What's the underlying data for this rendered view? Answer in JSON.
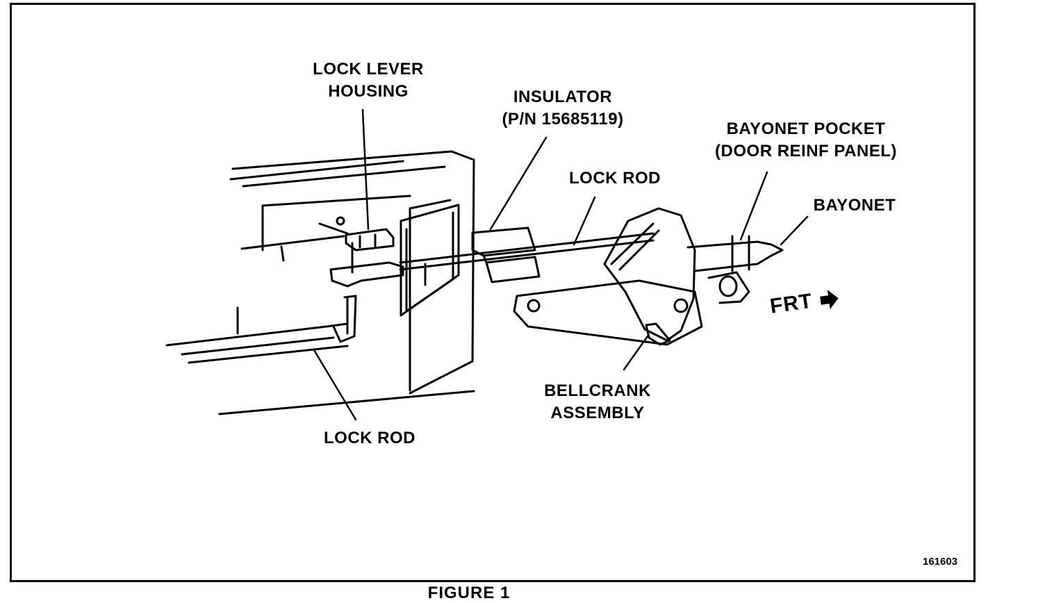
{
  "figure": {
    "caption": "FIGURE 1",
    "code": "161603"
  },
  "labels": {
    "lock_lever_housing": [
      "LOCK LEVER",
      "HOUSING"
    ],
    "insulator": [
      "INSULATOR",
      "(P/N 15685119)"
    ],
    "lock_rod_upper": "LOCK ROD",
    "bayonet_pocket": [
      "BAYONET POCKET",
      "(DOOR REINF PANEL)"
    ],
    "bayonet": "BAYONET",
    "frt": "FRT",
    "bellcrank_assembly": [
      "BELLCRANK",
      "ASSEMBLY"
    ],
    "lock_rod_lower": "LOCK ROD"
  },
  "icons": {
    "front_arrow": "right-arrow-icon"
  }
}
